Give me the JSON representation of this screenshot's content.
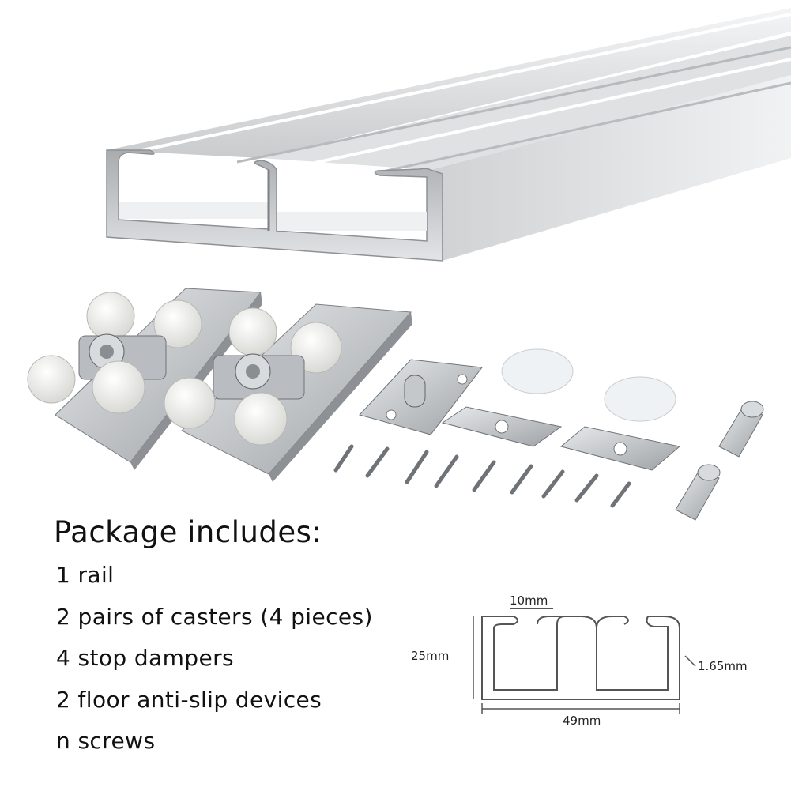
{
  "package": {
    "heading": "Package includes:",
    "items": [
      "1 rail",
      "2 pairs of casters (4 pieces)",
      "4 stop dampers",
      "2 floor anti-slip devices",
      "n screws"
    ]
  },
  "profile": {
    "slot_width": "10mm",
    "height": "25mm",
    "thickness": "1.65mm",
    "width": "49mm"
  },
  "colors": {
    "aluminum": "#d4d6d8",
    "dimension_line": "#555555",
    "text": "#111111"
  }
}
